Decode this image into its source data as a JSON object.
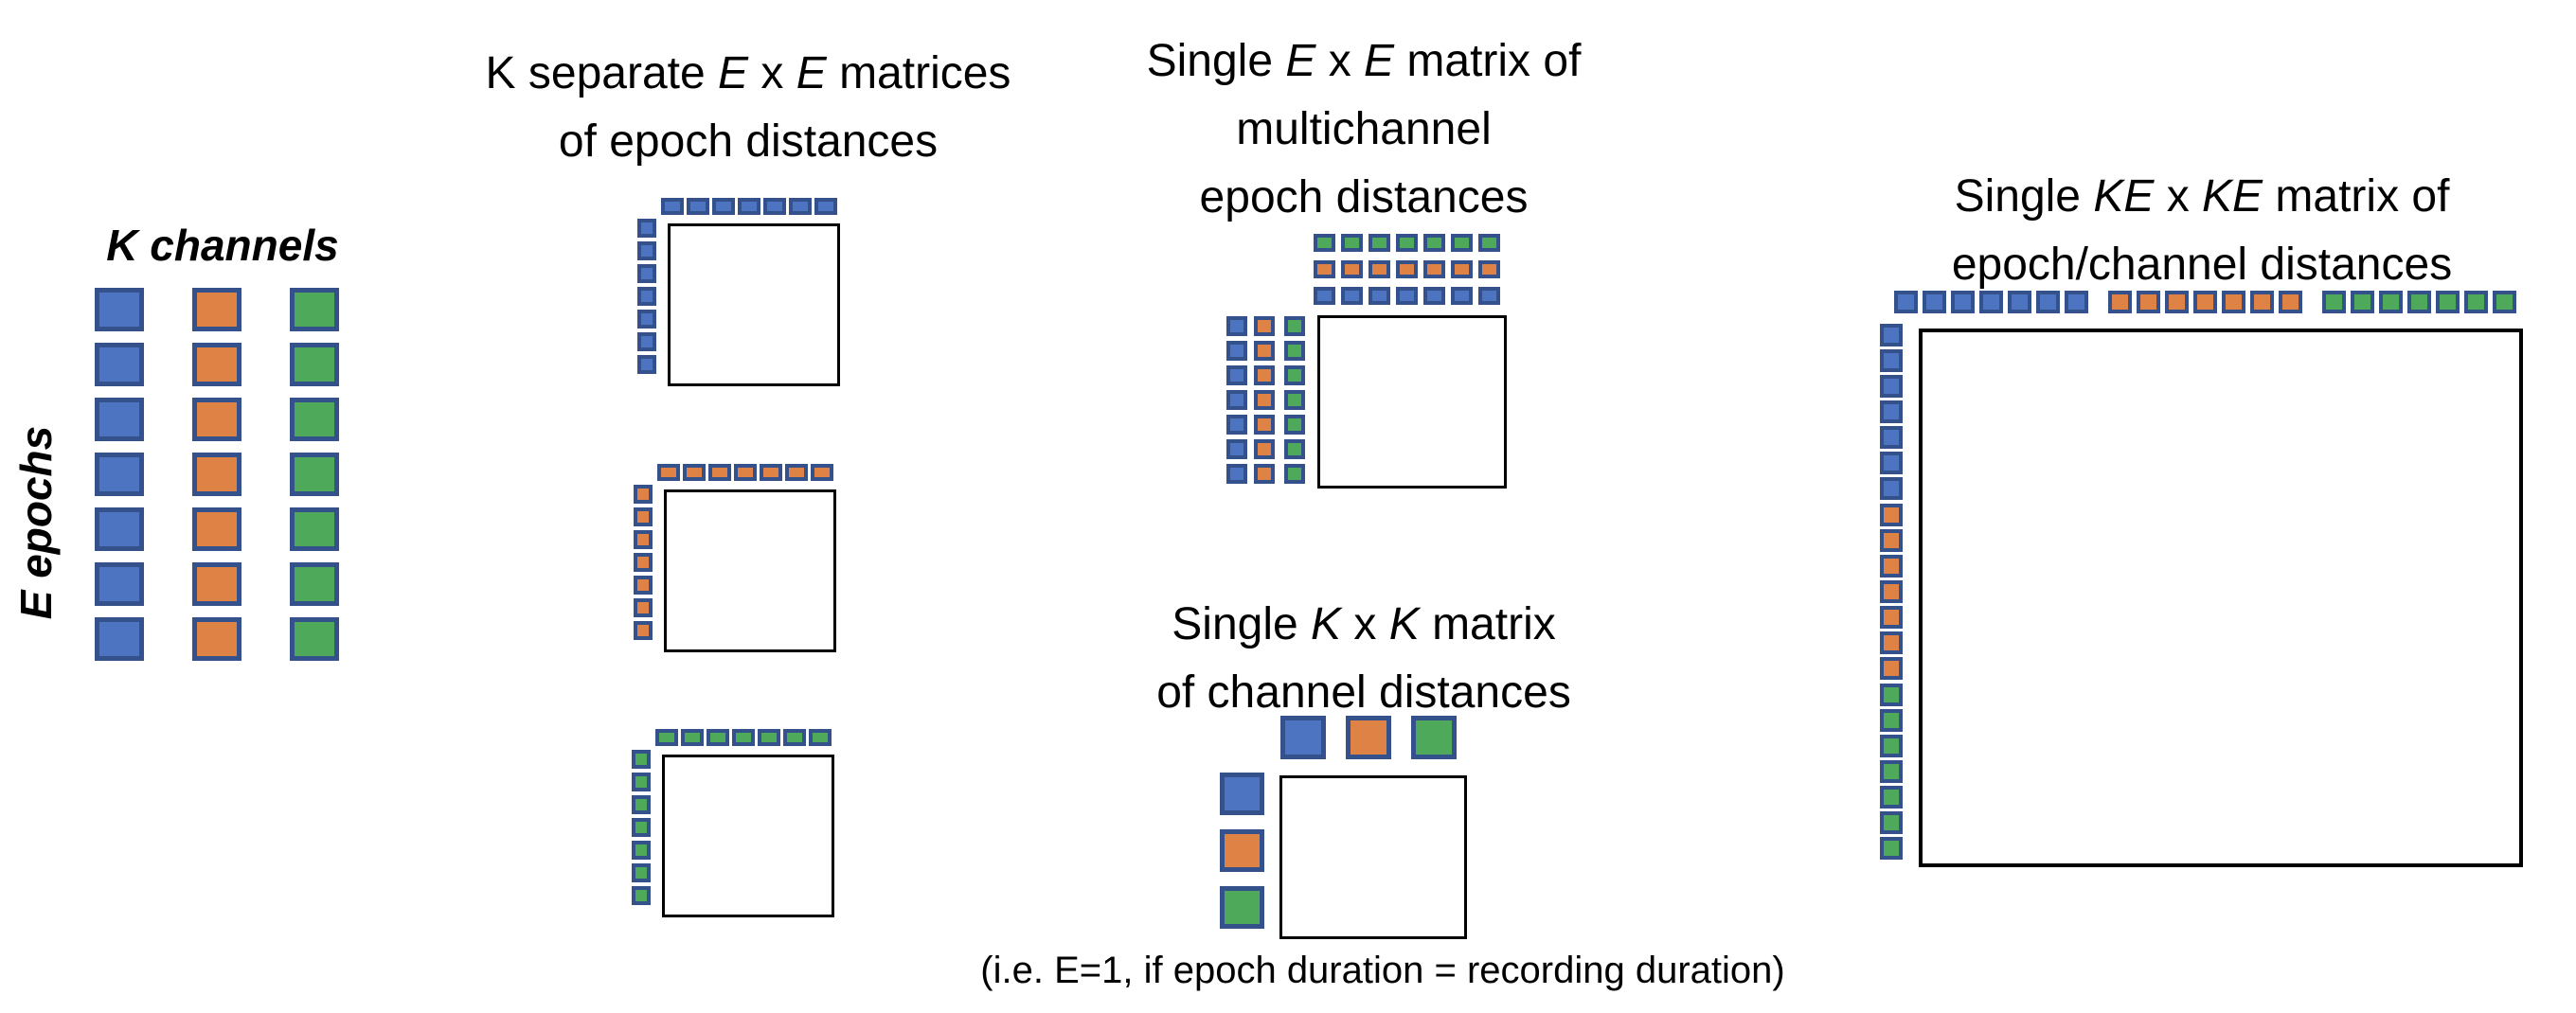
{
  "colors": {
    "blue": "#4C74C0",
    "orange": "#DE8345",
    "green": "#4FA95B",
    "square_border": "#35518C",
    "matrix_box_border": "#000000",
    "background": "#FFFFFF",
    "text": "#000000"
  },
  "labels": {
    "k_channels": "K channels",
    "e_epochs": "E epochs",
    "caption": "(i.e. E=1, if epoch duration = recording duration)"
  },
  "titles": {
    "separate": {
      "lines": [
        [
          {
            "t": "K separate "
          },
          {
            "t": "E",
            "i": true
          },
          {
            "t": " x "
          },
          {
            "t": "E",
            "i": true
          },
          {
            "t": " matrices"
          }
        ],
        [
          {
            "t": "of epoch distances"
          }
        ]
      ]
    },
    "multichannel": {
      "lines": [
        [
          {
            "t": "Single "
          },
          {
            "t": "E",
            "i": true
          },
          {
            "t": " x "
          },
          {
            "t": "E",
            "i": true
          },
          {
            "t": " matrix of"
          }
        ],
        [
          {
            "t": "multichannel"
          }
        ],
        [
          {
            "t": "epoch distances"
          }
        ]
      ]
    },
    "kxk": {
      "lines": [
        [
          {
            "t": "Single "
          },
          {
            "t": "K",
            "i": true
          },
          {
            "t": " x "
          },
          {
            "t": "K",
            "i": true
          },
          {
            "t": " matrix"
          }
        ],
        [
          {
            "t": "of channel distances"
          }
        ]
      ]
    },
    "kexke": {
      "lines": [
        [
          {
            "t": "Single "
          },
          {
            "t": "KE",
            "i": true
          },
          {
            "t": " x "
          },
          {
            "t": "KE",
            "i": true
          },
          {
            "t": " matrix of"
          }
        ],
        [
          {
            "t": "epoch/channel distances"
          }
        ]
      ]
    }
  },
  "diagram": {
    "channel_count": 3,
    "epoch_count": 7,
    "channel_colors": [
      "blue",
      "orange",
      "green"
    ],
    "channel_grid": {
      "rows": 7,
      "columns": [
        "blue",
        "orange",
        "green"
      ]
    },
    "separate_matrices": {
      "matrices": [
        "blue",
        "orange",
        "green"
      ],
      "top_squares": 7,
      "side_squares": 7
    },
    "multichannel_matrix": {
      "top_rows_top_to_bottom": [
        "green",
        "orange",
        "blue"
      ],
      "side_cols_left_to_right": [
        "blue",
        "orange",
        "green"
      ],
      "squares_per_line": 7
    },
    "kxk_matrix": {
      "top": [
        "blue",
        "orange",
        "green"
      ],
      "side": [
        "blue",
        "orange",
        "green"
      ]
    },
    "kexke_matrix": {
      "top_groups": [
        "blue",
        "orange",
        "green"
      ],
      "side_groups": [
        "blue",
        "orange",
        "green"
      ],
      "squares_per_group": 7
    }
  }
}
